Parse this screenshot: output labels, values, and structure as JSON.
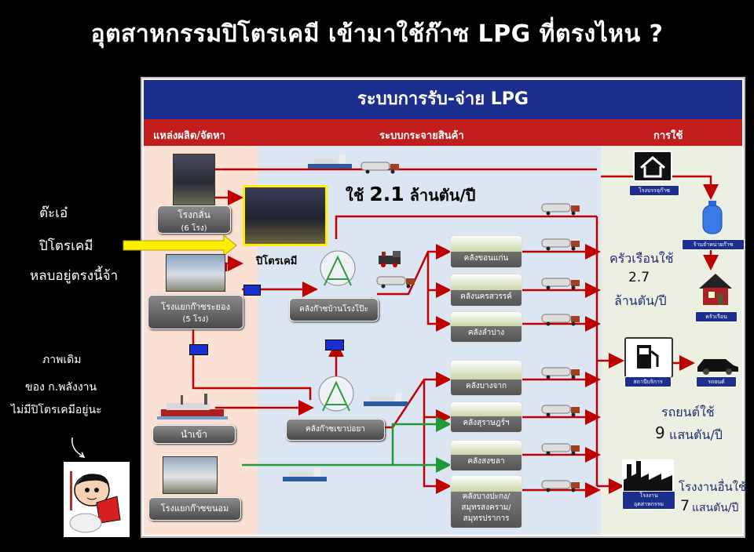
{
  "title": "อุตสาหกรรมปิโตรเคมี เข้ามาใช้ก๊าซ LPG ที่ตรงไหน ?",
  "diagram": {
    "header": "ระบบการรับ-จ่าย LPG",
    "columns": [
      "แหล่งผลิต/จัดหา",
      "ระบบกระจายสินค้า",
      "การใช้"
    ],
    "sources": {
      "refinery": [
        "โรงกลั่น",
        "(6 โรง)"
      ],
      "gas_plant_rayong": [
        "โรงแยกก๊าซระยอง",
        "(5 โรง)"
      ],
      "import": "นำเข้า",
      "gas_plant_khanom": "โรงแยกก๊าซขนอม"
    },
    "petrochem_label": "ปิโตรเคมี",
    "petrochem_usage": {
      "prefix": "ใช้",
      "value": "2.1",
      "unit": "ล้านตัน/ปี"
    },
    "hubs": {
      "ban_rong_pho": "คลังก๊าซบ้านโรงโป๊ะ",
      "khao_bo_ya": "คลังก๊าซเขาบ่อยา"
    },
    "depots": [
      "คลังขอนแก่น",
      "คลังนครสวรรค์",
      "คลังลำปาง",
      "คลังบางจาก",
      "คลังสุราษฎร์ฯ",
      "คลังสงขลา"
    ],
    "depot_last": [
      "คลังบางปะกง/",
      "สมุทรสงคราม/",
      "สมุทรปราการ"
    ],
    "uses": {
      "household_icon": "โรงบรรจุก๊าซ",
      "cylinder_icon": "ร้านจำหน่ายก๊าซ",
      "house_icon": "ครัวเรือน",
      "station_icon": "สถานีบริการ",
      "car_icon": "รถยนต์",
      "factory_icon": [
        "โรงงาน",
        "อุตสาหกรรม"
      ],
      "household_usage": [
        "ครัวเรือนใช้",
        "2.7",
        "ล้านตัน/ปี"
      ],
      "car_usage": [
        "รถยนต์ใช้",
        "9",
        "แสนตัน/ปี"
      ],
      "factory_usage": [
        "โรงงานอื่นใช้",
        "7",
        "แสนตัน/ปี"
      ]
    }
  },
  "annotations": {
    "left_note": [
      "ต๊ะเอ๋",
      "ปิโตรเคมี",
      "หลบอยู่ตรงนี้จ้า"
    ],
    "bottom_note": [
      "ภาพเดิม",
      "ของ ก.พลังงาน",
      "ไม่มีปิโตรเคมีอยู่นะ"
    ]
  },
  "colors": {
    "header_blue": "#1d2f8e",
    "band_red": "#c11d1d",
    "arrow_red": "#c00000",
    "arrow_green": "#1e9a3a",
    "highlight_yellow": "#ffee00"
  }
}
